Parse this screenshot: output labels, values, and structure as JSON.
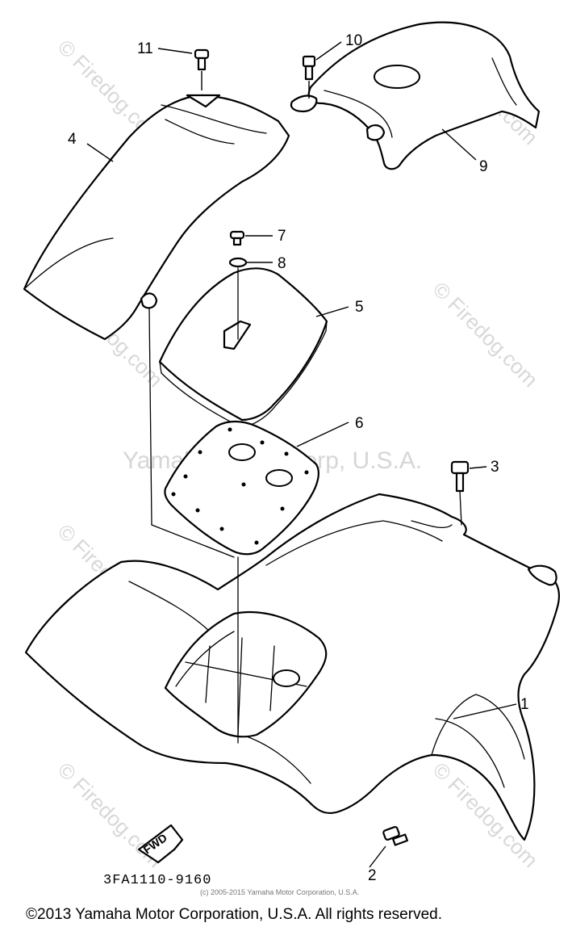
{
  "diagram": {
    "callouts": [
      {
        "id": "1",
        "label": "1"
      },
      {
        "id": "2",
        "label": "2"
      },
      {
        "id": "3",
        "label": "3"
      },
      {
        "id": "4",
        "label": "4"
      },
      {
        "id": "5",
        "label": "5"
      },
      {
        "id": "6",
        "label": "6"
      },
      {
        "id": "7",
        "label": "7"
      },
      {
        "id": "8",
        "label": "8"
      },
      {
        "id": "9",
        "label": "9"
      },
      {
        "id": "10",
        "label": "10"
      },
      {
        "id": "11",
        "label": "11"
      }
    ],
    "direction_marker": "FWD",
    "diagram_code": "3FA1110-9160",
    "watermarks": {
      "site": "© Firedog.com",
      "center": "Yamaha Motor Corp, U.S.A."
    },
    "small_credit": "(c) 2005-2015 Yamaha Motor Corporation, U.S.A.",
    "copyright": "©2013 Yamaha Motor Corporation, U.S.A. All rights reserved."
  }
}
